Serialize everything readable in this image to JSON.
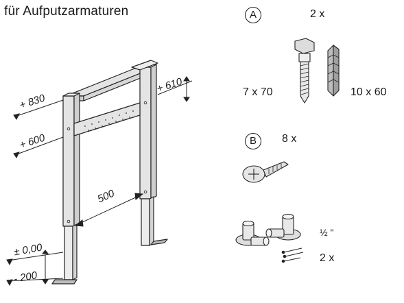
{
  "title": "für Aufputzarmaturen",
  "frame": {
    "elevations": [
      "+ 830",
      "+ 610",
      "+ 600",
      "± 0,00",
      "- 200"
    ],
    "width_dimension": "500"
  },
  "parts": {
    "a": {
      "marker": "A",
      "quantity": "2 x",
      "screw_size": "7 x 70",
      "dowel_size": "10 x 60"
    },
    "b": {
      "marker": "B",
      "quantity": "8 x"
    },
    "fittings": {
      "size": "½ \"",
      "quantity": "2 x"
    }
  }
}
